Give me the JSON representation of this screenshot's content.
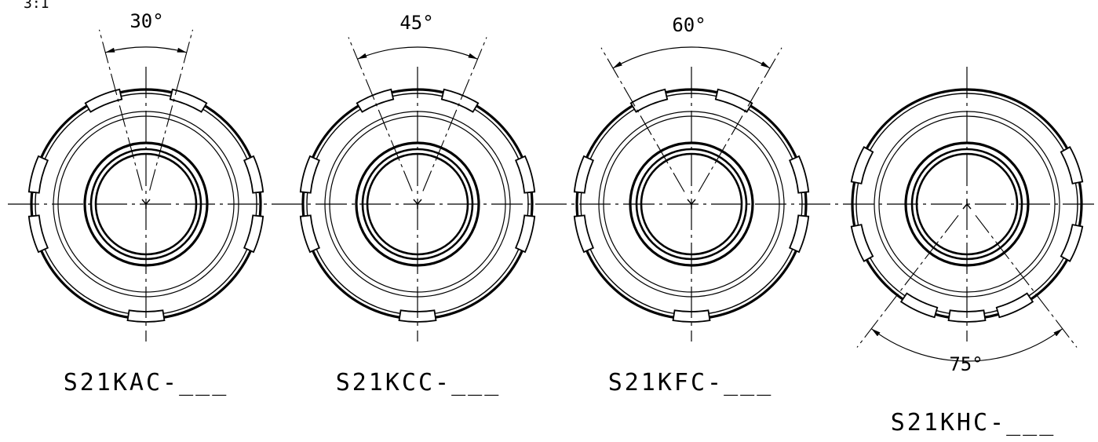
{
  "scale_label": "3:1",
  "figures": [
    {
      "label": "S21KAC-___",
      "angle_label": "30°",
      "angle_deg": 30,
      "angle_side": "top"
    },
    {
      "label": "S21KCC-___",
      "angle_label": "45°",
      "angle_deg": 45,
      "angle_side": "top"
    },
    {
      "label": "S21KFC-___",
      "angle_label": "60°",
      "angle_deg": 60,
      "angle_side": "top"
    },
    {
      "label": "S21KHC-___",
      "angle_label": "75°",
      "angle_deg": 75,
      "angle_side": "bottom"
    }
  ],
  "colors": {
    "line": "#000000",
    "background": "#ffffff"
  }
}
